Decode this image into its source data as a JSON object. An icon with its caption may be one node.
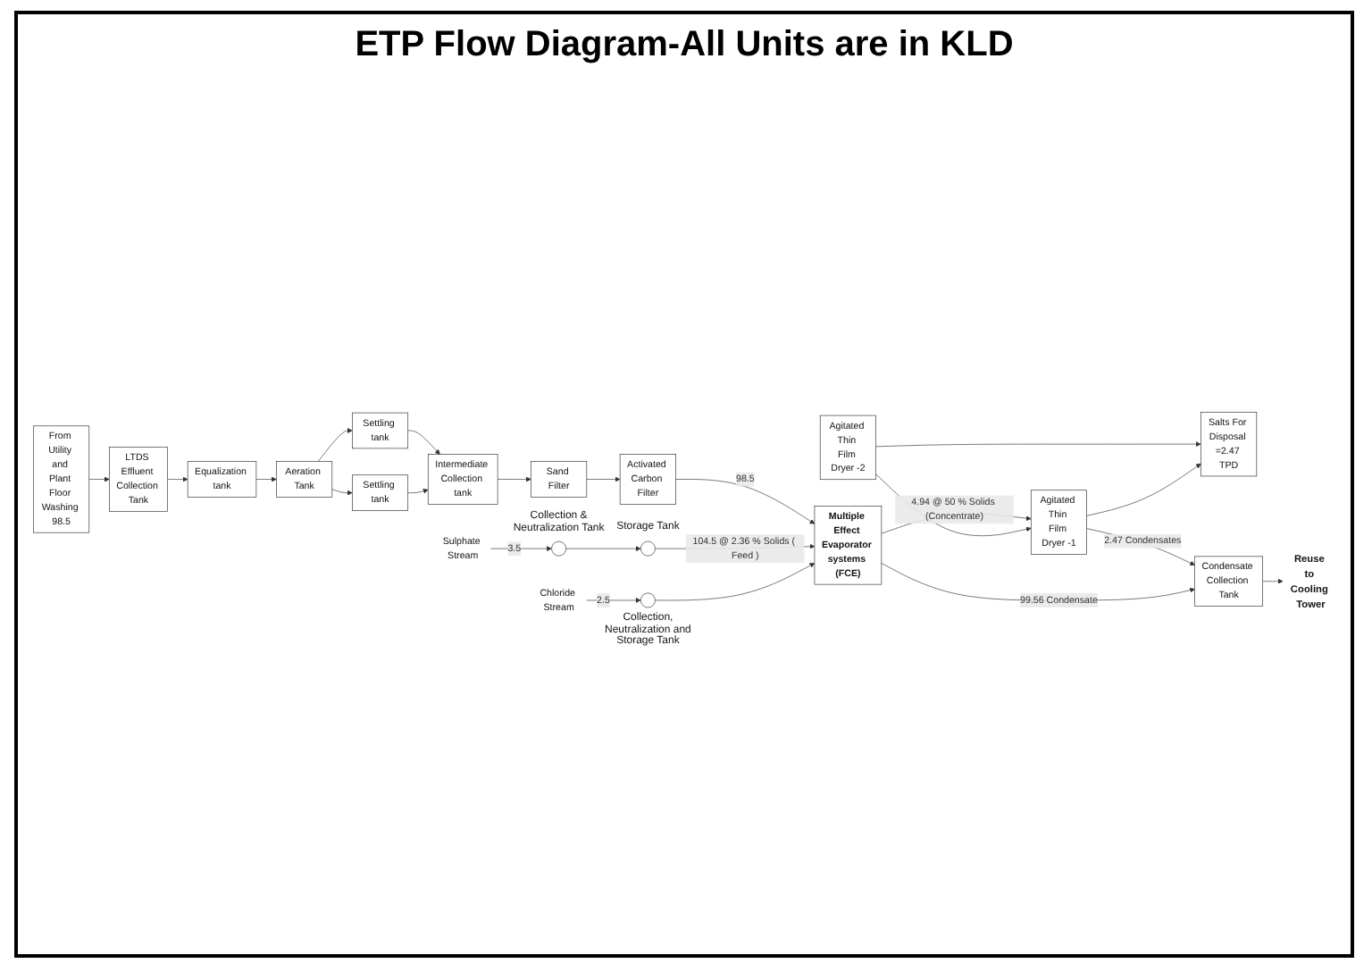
{
  "diagram": {
    "title": "ETP Flow Diagram-All Units are in KLD",
    "nodes": [
      {
        "text": [
          "From Utility and Plant Floor Washing 98.5"
        ]
      },
      {
        "text": [
          "LTDS Effluent Collection Tank"
        ]
      },
      {
        "text": [
          "Equalization tank"
        ]
      },
      {
        "text": [
          "Aeration Tank"
        ]
      },
      {
        "text": [
          "Settling tank"
        ]
      },
      {
        "text": [
          "Settling tank"
        ]
      },
      {
        "text": [
          "Intermediate Collection tank"
        ]
      },
      {
        "text": [
          "Sand Filter"
        ]
      },
      {
        "text": [
          "Activated Carbon Filter"
        ]
      },
      {
        "text": [
          "Multiple Effect Evaporator systems (FCE)"
        ]
      },
      {
        "text": [
          "Agitated Thin Film Dryer -2"
        ]
      },
      {
        "text": [
          "Agitated Thin Film Dryer -1"
        ]
      },
      {
        "text": [
          "Salts For Disposal =2.47 TPD"
        ]
      },
      {
        "text": [
          "Condensate Collection Tank"
        ]
      },
      {
        "text": [
          "Reuse to Cooling Tower"
        ]
      },
      {
        "text": [],
        "shape": "circle",
        "beside": [
          "Storage Tank"
        ]
      },
      {
        "text": [],
        "shape": "circle",
        "beside": [
          "Collection & Neutralization Tank"
        ]
      },
      {
        "text": [],
        "shape": "circle",
        "beside": [
          "Collection, Neutralization and Storage Tank"
        ]
      },
      {
        "text": [
          "Chloride Stream"
        ]
      },
      {
        "text": [
          "Sulphate Stream"
        ]
      }
    ],
    "edges": [
      {
        "from": 0,
        "to": 1,
        "arrow": "to"
      },
      {
        "from": 1,
        "to": 2,
        "arrow": "to"
      },
      {
        "from": 2,
        "to": 3,
        "arrow": "to"
      },
      {
        "from": 3,
        "to": 4,
        "arrow": "to"
      },
      {
        "from": 3,
        "to": 5,
        "arrow": "to"
      },
      {
        "from": 4,
        "to": 6,
        "arrow": "to"
      },
      {
        "from": 5,
        "to": 6,
        "arrow": "to"
      },
      {
        "from": 6,
        "to": 7,
        "arrow": "to"
      },
      {
        "from": 7,
        "to": 8,
        "arrow": "to"
      },
      {
        "from": 8,
        "to": 9,
        "arrow": "to",
        "label": "98.5"
      },
      {
        "from": 15,
        "to": 9,
        "arrow": "to",
        "label": "104.5 @ 2.36 % Solids ( Feed )"
      },
      {
        "from": 17,
        "to": 9,
        "arrow": "to"
      },
      {
        "from": 9,
        "to": 11,
        "arrow": "to",
        "label": "4.94 @ 50 % Solids (Concentrate)"
      },
      {
        "from": 10,
        "to": 11,
        "arrow": "to"
      },
      {
        "from": 10,
        "to": 12,
        "arrow": "to"
      },
      {
        "from": 11,
        "to": 12,
        "arrow": "to"
      },
      {
        "from": 11,
        "to": 13,
        "arrow": "to",
        "label": "2.47 Condensates"
      },
      {
        "from": 9,
        "to": 13,
        "arrow": "to",
        "label": "99.56 Condensate"
      },
      {
        "from": 13,
        "to": 14,
        "arrow": "to"
      },
      {
        "from": 16,
        "to": 15,
        "arrow": "to"
      },
      {
        "from": 18,
        "to": 17,
        "arrow": "to",
        "label": "2.5"
      },
      {
        "from": 19,
        "to": 16,
        "arrow": "to",
        "label": "3.5"
      }
    ]
  }
}
